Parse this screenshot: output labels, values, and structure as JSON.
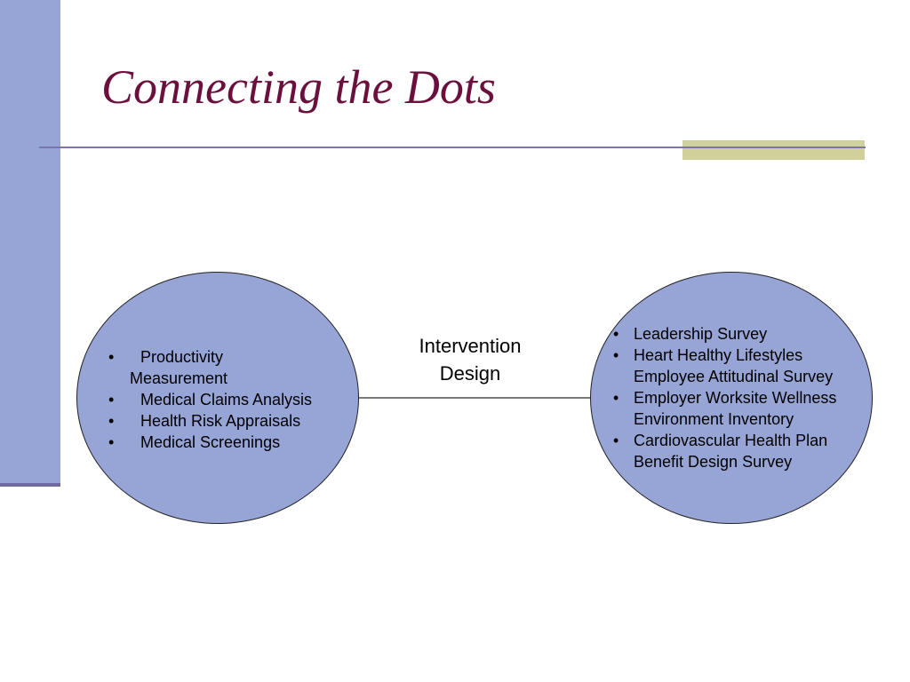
{
  "slide": {
    "title": "Connecting the Dots",
    "center_label_line1": "Intervention",
    "center_label_line2": "Design",
    "colors": {
      "title": "#6b0f3c",
      "side_bar": "#97a5d6",
      "circle_fill": "#97a5d6",
      "rule": "#7b74a8",
      "accent_block": "#cfd09a"
    }
  },
  "left_circle": {
    "items": [
      {
        "line1": "Productivity",
        "line2": "Measurement"
      },
      {
        "line1": "Medical Claims Analysis"
      },
      {
        "line1": "Health Risk Appraisals"
      },
      {
        "line1": "Medical Screenings"
      }
    ]
  },
  "right_circle": {
    "items": [
      {
        "line1": "Leadership Survey"
      },
      {
        "line1": "Heart Healthy Lifestyles",
        "line2": "Employee Attitudinal Survey"
      },
      {
        "line1": "Employer Worksite Wellness",
        "line2": "Environment Inventory"
      },
      {
        "line1": "Cardiovascular Health Plan",
        "line2": "Benefit Design Survey"
      }
    ]
  },
  "bullet_glyph": "•"
}
